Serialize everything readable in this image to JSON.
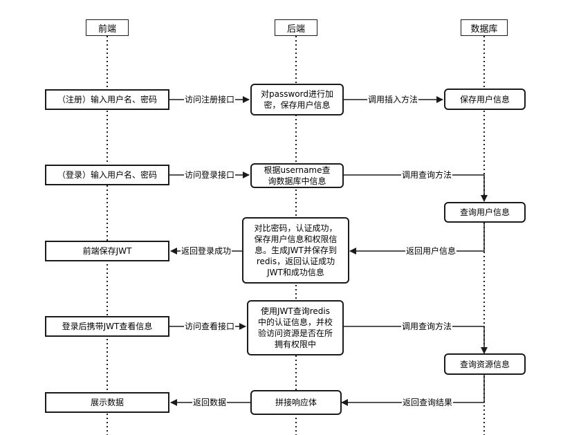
{
  "lanes": {
    "frontend": "前端",
    "backend": "后端",
    "database": "数据库"
  },
  "rows": {
    "register": {
      "front": "（注册）输入用户名、密码",
      "front_to_back": "访问注册接口",
      "back": "对password进行加\n密，保存用户信息",
      "back_to_db": "调用插入方法",
      "db": "保存用户信息"
    },
    "login": {
      "front": "（登录）输入用户名、密码",
      "front_to_back": "访问登录接口",
      "back": "根据username查\n询数据库中信息",
      "back_to_db": "调用查询方法",
      "db": "查询用户信息",
      "db_to_back": "返回用户信息",
      "back_result": "对比密码，认证成功，\n保存用户信息和权限信\n息。生成JWT并保存到\nredis，返回认证成功\nJWT和成功信息",
      "back_to_front": "返回登录成功",
      "front_result": "前端保存JWT"
    },
    "access": {
      "front": "登录后携带JWT查看信息",
      "front_to_back": "访问查看接口",
      "back": "使用JWT查询redis\n中的认证信息，并校\n验访问资源是否在所\n拥有权限中",
      "back_to_db": "调用查询方法",
      "db": "查询资源信息",
      "db_to_back": "返回查询结果",
      "back_result": "拼接响应体",
      "back_to_front": "返回数据",
      "front_result": "展示数据"
    }
  }
}
